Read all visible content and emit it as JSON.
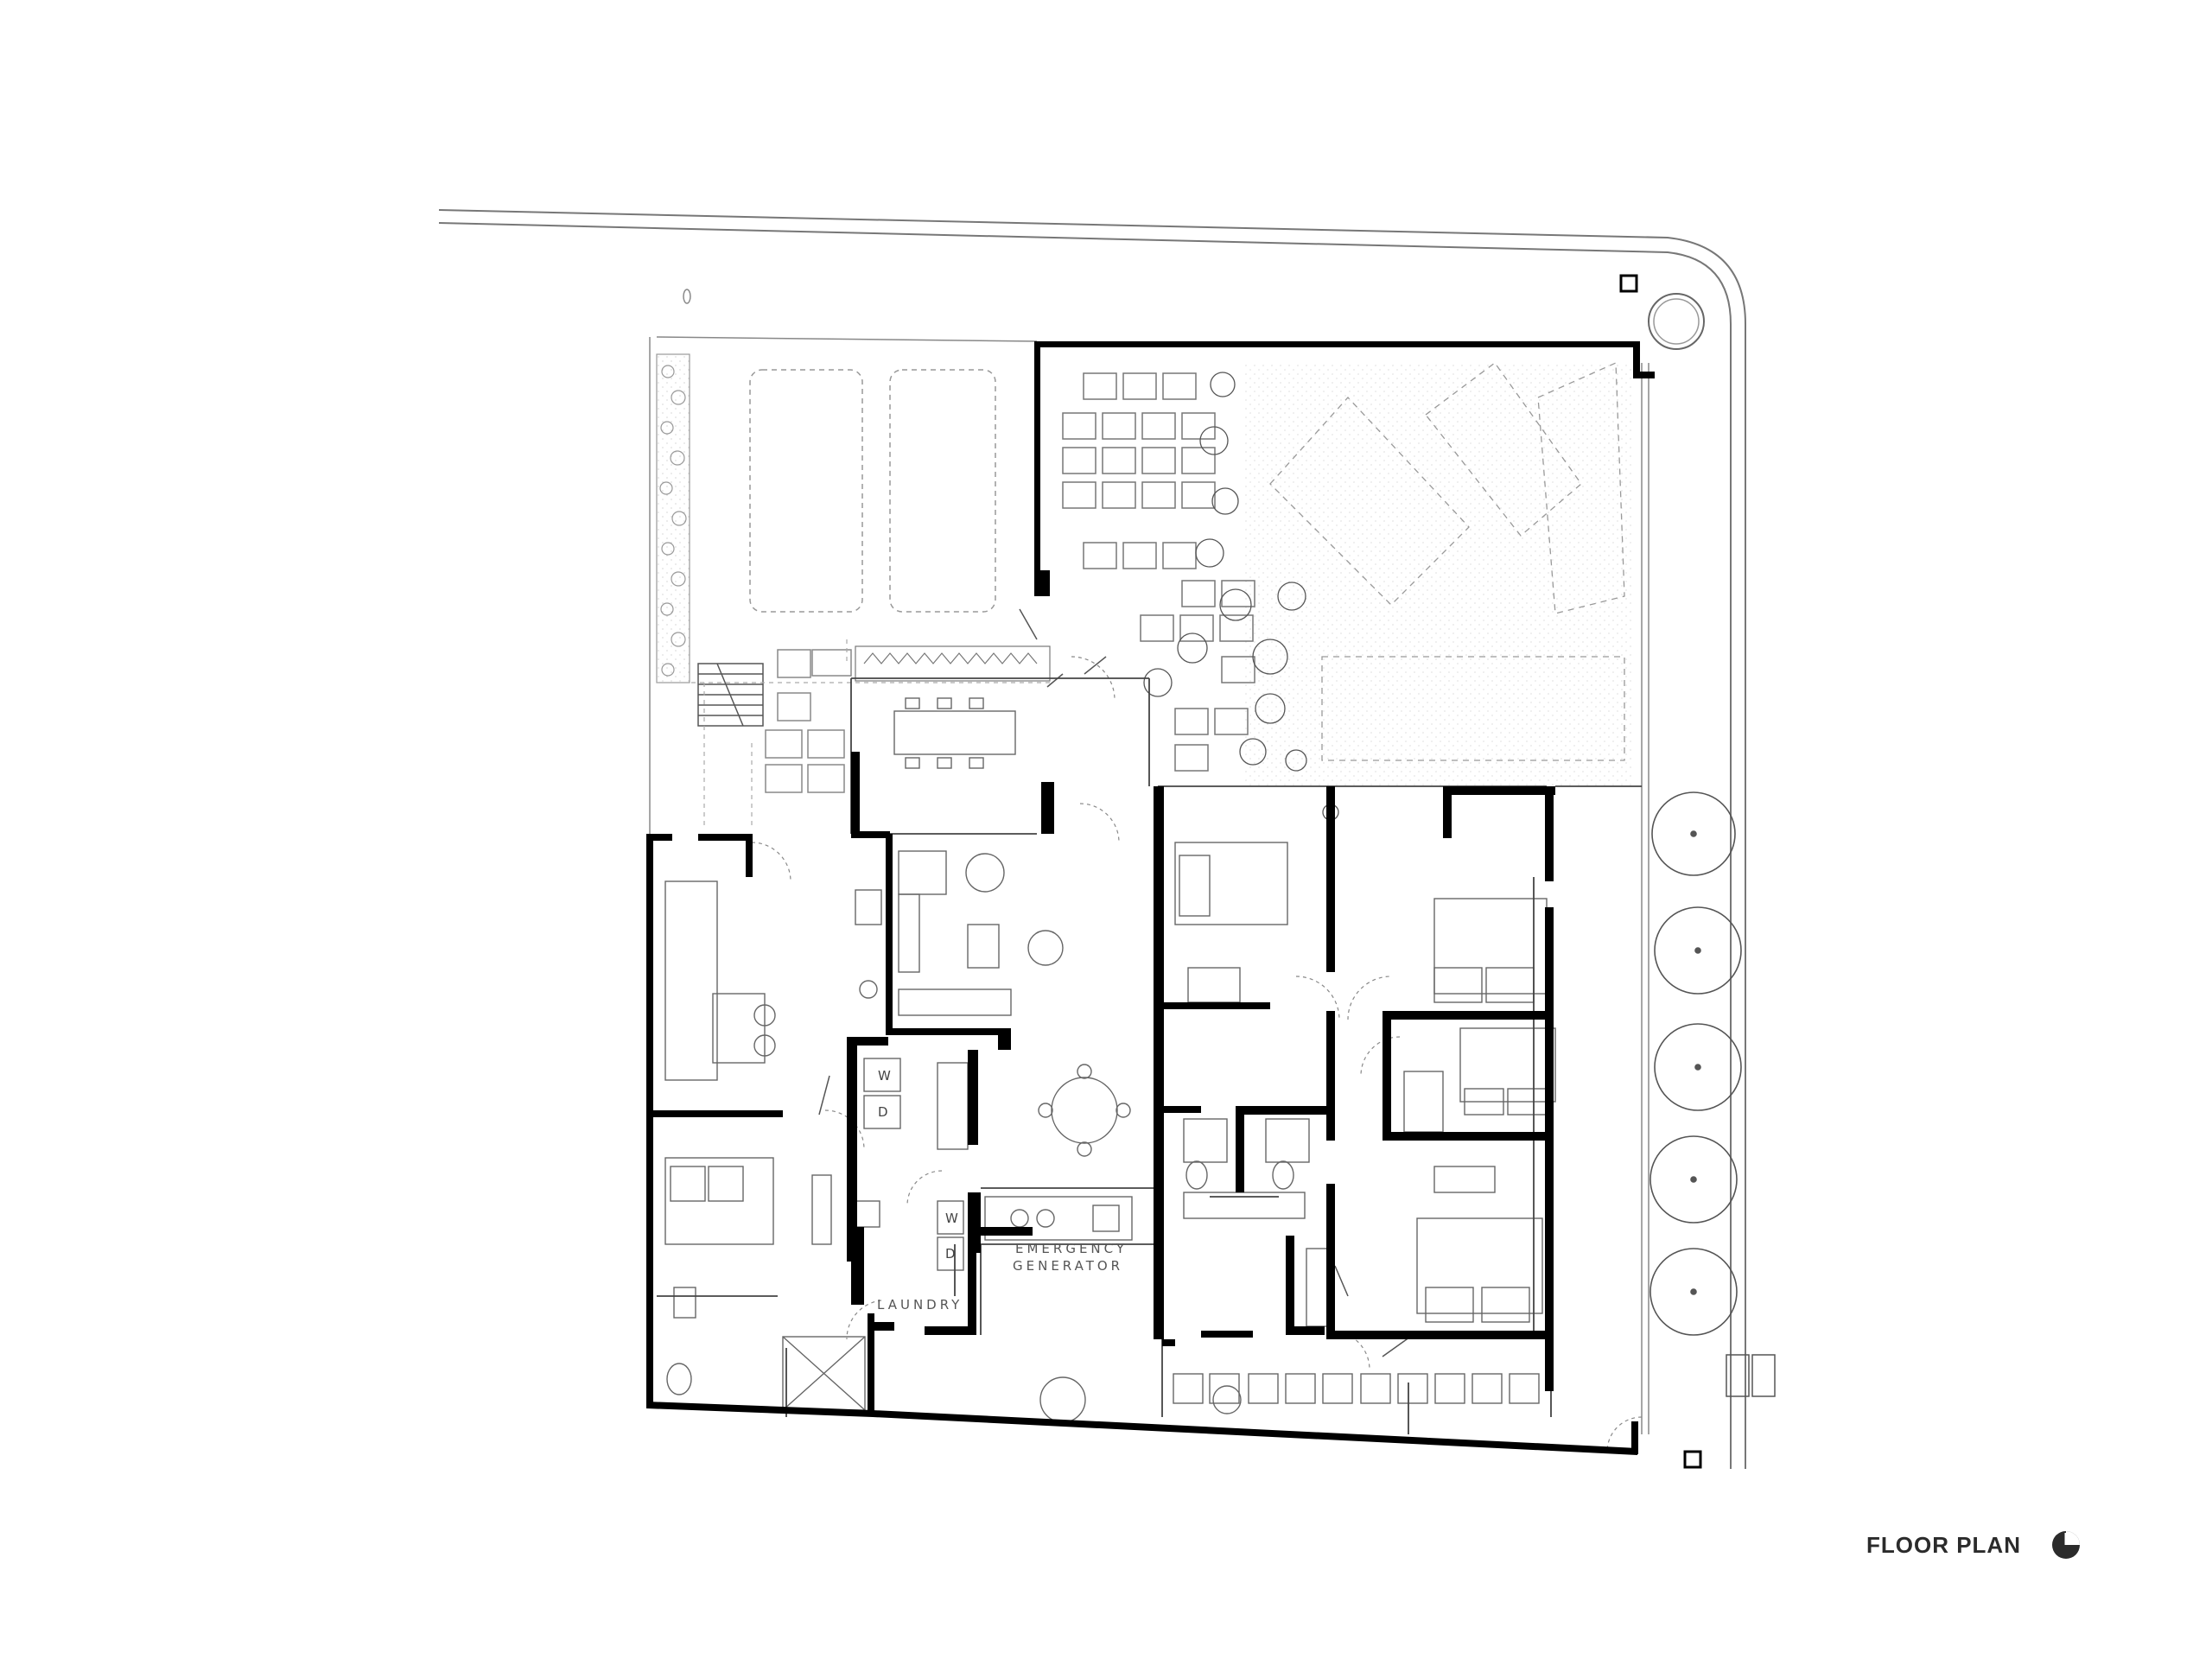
{
  "title": "FLOOR PLAN",
  "labels": {
    "laundry": "LAUNDRY",
    "generator_line1": "EMERGENCY",
    "generator_line2": "GENERATOR",
    "washer_1": "W",
    "dryer_1": "D",
    "washer_2": "W",
    "dryer_2": "D"
  },
  "icons": {
    "north_arrow": "north-arrow-icon"
  },
  "colors": {
    "wall": "#000000",
    "line": "#555555",
    "light_line": "#9a9a9a",
    "background": "#ffffff"
  }
}
